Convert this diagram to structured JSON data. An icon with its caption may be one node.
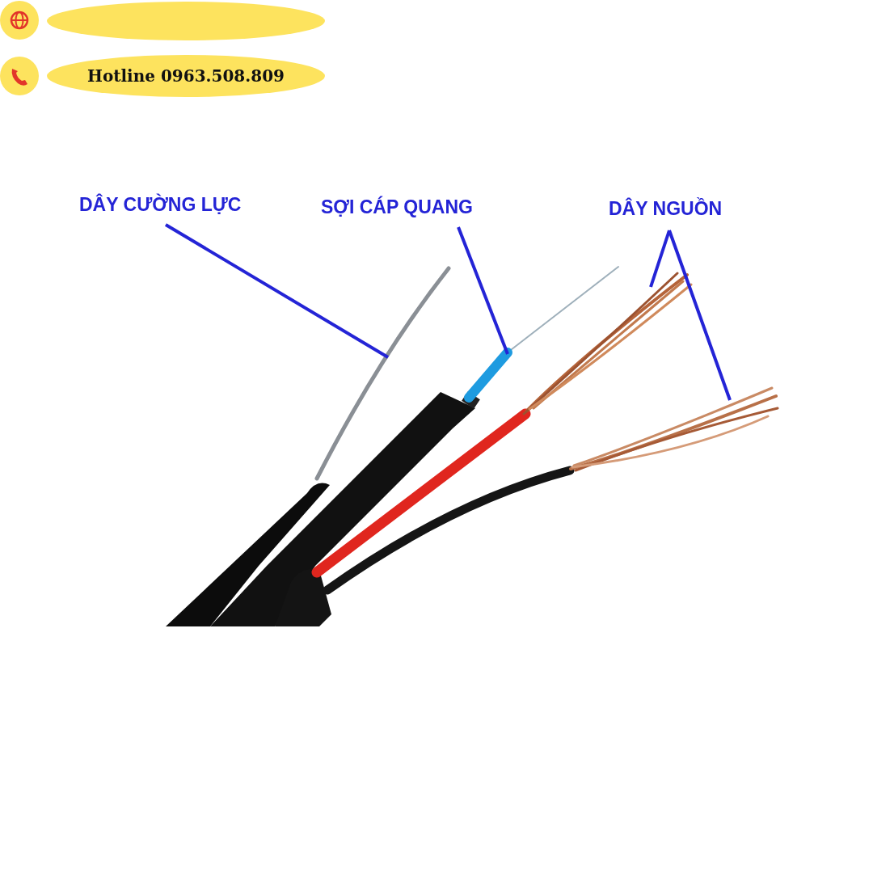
{
  "diagram": {
    "nodes": [
      {
        "text": [],
        "shape": "ellipse"
      },
      {
        "text": [
          "Hotline 0963.508.809"
        ]
      },
      {
        "text": [
          "DÂY CƯỜNG LỰC"
        ]
      },
      {
        "text": [],
        "shape": "picture"
      },
      {
        "text": [
          "SỢI CÁP QUANG"
        ]
      },
      {
        "text": [],
        "shape": "picture"
      },
      {
        "text": [
          "DÂY NGUỒN"
        ]
      },
      {
        "text": [],
        "shape": "picture"
      },
      {
        "text": [],
        "shape": "picture"
      }
    ],
    "edges": [
      {
        "from": 2,
        "to": 3,
        "arrow": "none"
      },
      {
        "from": 4,
        "to": 5,
        "arrow": "none"
      },
      {
        "from": 6,
        "to": 7,
        "arrow": "none"
      },
      {
        "from": 6,
        "to": 8,
        "arrow": "none"
      }
    ]
  }
}
